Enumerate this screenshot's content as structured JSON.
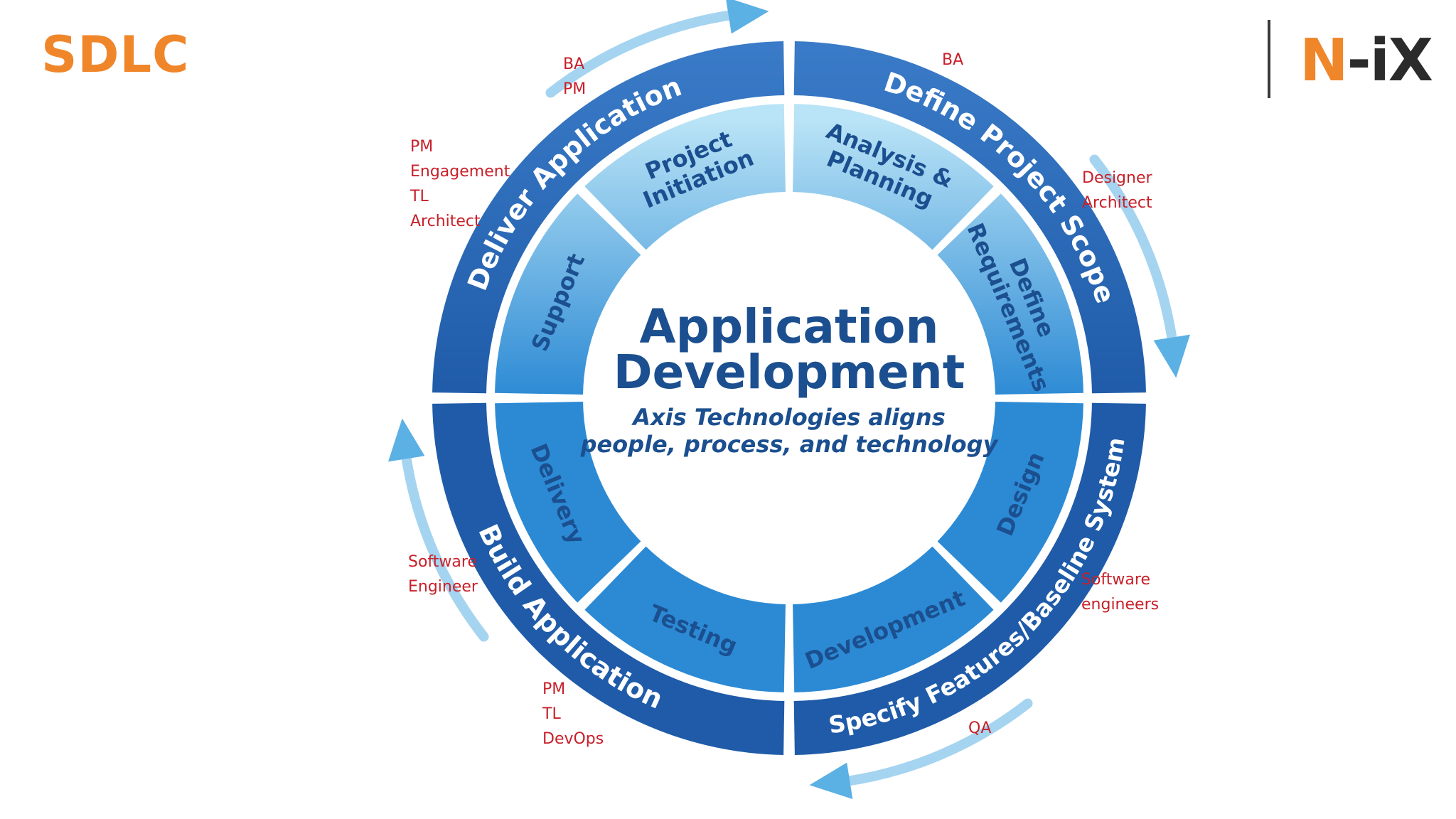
{
  "slide_title": "SDLC",
  "logo": {
    "n": "N",
    "dash": "-",
    "ix": "iX"
  },
  "colors": {
    "title": "#F0862A",
    "logo_orange": "#F0862A",
    "logo_dark": "#2B2B2B",
    "role_text": "#C8202A",
    "outer_ring_dark": "#1F5BA8",
    "outer_ring_light": "#3A7BC8",
    "inner_ring_dark": "#2C8AD4",
    "inner_ring_light": "#B9E3F6",
    "center_text": "#1B4F8F",
    "arrow": "#5BB0E4"
  },
  "center": {
    "title_line1": "Application",
    "title_line2": "Development",
    "subtitle_line1": "Axis Technologies aligns",
    "subtitle_line2": "people, process, and technology"
  },
  "outer_stages": [
    "Define Project Scope",
    "Specify Features/Baseline System",
    "Build Application",
    "Deliver Application"
  ],
  "inner_stages": [
    "Analysis & Planning",
    "Define Requirements",
    "Design",
    "Development",
    "Testing",
    "Delivery",
    "Support",
    "Project Initiation"
  ],
  "roles": {
    "top_left_upper": [
      "BA",
      "PM"
    ],
    "top_left_lower": [
      "PM",
      "Engagement",
      "TL",
      "Architect"
    ],
    "top_right_upper": [
      "BA"
    ],
    "top_right_lower": [
      "Designer",
      "Architect"
    ],
    "bottom_right_upper": [
      "Software",
      "engineers"
    ],
    "bottom_right_lower": [
      "QA"
    ],
    "bottom_left_upper": [
      "Software",
      "Engineer"
    ],
    "bottom_left_lower": [
      "PM",
      "TL",
      "DevOps"
    ]
  }
}
